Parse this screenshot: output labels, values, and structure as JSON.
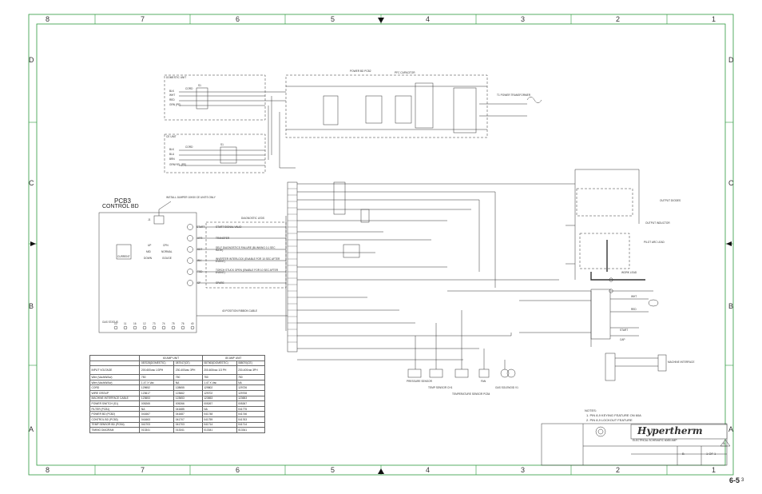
{
  "frame": {
    "columns": [
      "8",
      "7",
      "6",
      "5",
      "4",
      "3",
      "2",
      "1"
    ],
    "rows": [
      "D",
      "C",
      "B",
      "A"
    ]
  },
  "page": {
    "section": "6-5",
    "page_number": "3"
  },
  "pcb3": {
    "title": "PCB3",
    "subtitle": "CONTROL BD",
    "install_note": "INSTALL JUMPER 10H30 CE UNITS ONLY",
    "jumper": "J1",
    "current_label": "CURRENT",
    "mode_labels": [
      "UP",
      "MID",
      "DOWN",
      "CPN",
      "NORMAL",
      "GOUGE"
    ],
    "bottom_label": "GAS STATUS",
    "pins": [
      "10",
      "11",
      "16",
      "12",
      "73",
      "74",
      "75",
      "76",
      "40",
      "48"
    ]
  },
  "diag_leds": {
    "title": "DIAGNOSTIC LEDS",
    "items": [
      {
        "id": "START",
        "text": "START SIGNAL VALID"
      },
      {
        "id": "XFR",
        "text": "TRANSFER"
      },
      {
        "id": "SDT",
        "text": "SELF DIAGNOSTICS FAILURE (BLINKING 0.1 SEC RATE)"
      },
      {
        "id": "INV",
        "text": "INVERTER INTERLOCK (ENABLE FOR 10 SEC AFTER EVENT)"
      },
      {
        "id": "TSD",
        "text": "TORCH STUCK OPEN (ENABLE FOR 10 SEC AFTER EVENT)"
      },
      {
        "id": "SP",
        "text": "SPARE"
      }
    ],
    "ribbon": "40 POSITION RIBBON CABLE"
  },
  "domestic_unit": {
    "title": "DOMESTIC UNIT",
    "cord": "CORD",
    "wires": [
      "BLK",
      "WHT",
      "RED",
      "GRN (PE)"
    ],
    "s1": "S1"
  },
  "ce_unit": {
    "title": "CE UNIT",
    "cord": "CORD",
    "wires": [
      "BLK",
      "BLU",
      "BRN",
      "GRN/YEL (PE)"
    ],
    "s1": "S1"
  },
  "power_bd": {
    "title": "POWER BD PCB2",
    "pfc": "PFC CAPACITOR",
    "t1": "T1 POWER TRANSFORMER"
  },
  "right_labels": {
    "output_diodes": "OUTPUT DIODES",
    "output_inductor": "OUTPUT INDUCTOR",
    "pilot_arc": "PILOT ARC LEAD",
    "work_lead": "WORK LEAD",
    "machine_interface": "MACHINE INTERFACE",
    "start": "START",
    "cap": "CAP",
    "wht": "WHT",
    "red": "RED"
  },
  "bottom_sensors": [
    "PRESSURE SENSOR",
    "TEMP SENSOR CH1",
    "TEMPERATURE SENSOR PCB4",
    "FAN",
    "GAS SOLENOID V1"
  ],
  "spec_table": {
    "group_headers": [
      "",
      "60 AMP UNIT",
      "",
      "80 AMP UNIT",
      ""
    ],
    "sub_headers": [
      "",
      "087028(DOMESTIC)",
      "087047(CE)",
      "087063(DOMESTIC)",
      "088070(CE)"
    ],
    "rows": [
      [
        "INPUT VOLTAGE",
        "200-600vac 1/3PH",
        "230-400vac 3PH",
        "200-600vac 1/3 PH",
        "230-400vac 3PH"
      ],
      [
        "Wire (Vac/kW/kw)",
        "750",
        "750",
        "750",
        "750"
      ],
      [
        "Wire (Vac/kW/kw)",
        "1.47 X Vac",
        "NA",
        "1.47 X Vac",
        "NA"
      ],
      [
        "CORD",
        "129652",
        "128655",
        "129802",
        "129726"
      ],
      [
        "WIRE GROUP",
        "123617",
        "123662",
        "129702",
        "129708"
      ],
      [
        "MACHINE INTERFACE CABLE",
        "123653",
        "123653",
        "123653",
        "123653"
      ],
      [
        "POWER SWITCH (S1)",
        "005265",
        "005266",
        "005267",
        "005267"
      ],
      [
        "FILTER (PCB1)",
        "NA",
        "041685",
        "NA",
        "041775"
      ],
      [
        "POWER BD (PCB2)",
        "041667",
        "041687",
        "041748",
        "041746"
      ],
      [
        "CONTROL BD (PCB3)",
        "041663",
        "041707",
        "041759",
        "041763"
      ],
      [
        "TEMP SENSOR BD (PCB4)",
        "041703",
        "041703",
        "041714",
        "041714"
      ],
      [
        "TIMING DIAGRAM",
        "013341",
        "013341",
        "013341",
        "013341"
      ]
    ]
  },
  "notes": {
    "title": "NOTES:",
    "items": [
      "1. PIN 8,9 KEYING FEATURE ON 60A",
      "2. PIN 8,9 LOCKOUT FEATURE"
    ]
  },
  "title_block": {
    "logo": "Hypertherm",
    "subtitle": "ELECTRICAL SCHEMATIC 60/80 AMP",
    "sheet": "1 OF 1",
    "size": "B",
    "rev": "A"
  }
}
